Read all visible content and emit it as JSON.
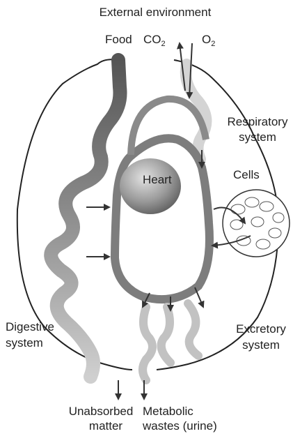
{
  "labels": {
    "external_environment": "External environment",
    "food": "Food",
    "co2": "CO",
    "co2_sub": "2",
    "o2": "O",
    "o2_sub": "2",
    "respiratory_line1": "Respiratory",
    "respiratory_line2": "system",
    "cells": "Cells",
    "heart": "Heart",
    "digestive_line1": "Digestive",
    "digestive_line2": "system",
    "excretory_line1": "Excretory",
    "excretory_line2": "system",
    "unabsorbed_line1": "Unabsorbed",
    "unabsorbed_line2": "matter",
    "metabolic_line1": "Metabolic",
    "metabolic_line2": "wastes (urine)"
  }
}
